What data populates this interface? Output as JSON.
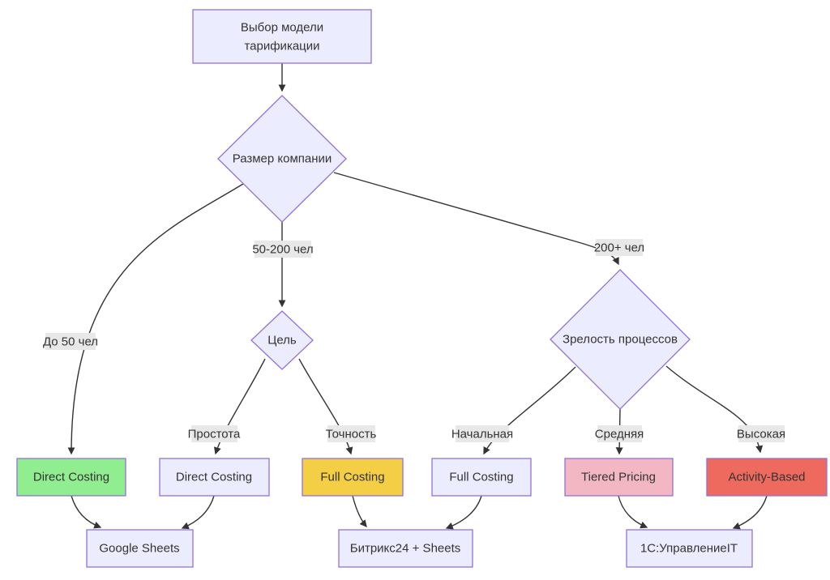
{
  "colors": {
    "node_fill": "#ECECFF",
    "node_stroke": "#9370DB",
    "edge_stroke": "#333333",
    "edge_label_bg": "#E8E8E8",
    "text": "#333333",
    "green": "#90EE90",
    "yellow": "#F4CE45",
    "pink": "#F3B7C3",
    "red": "#EF6A5E"
  },
  "nodes": {
    "start": {
      "line1": "Выбор модели",
      "line2": "тарификации",
      "fill": "#ECECFF"
    },
    "company_size": {
      "label": "Размер компании",
      "fill": "#ECECFF"
    },
    "goal": {
      "label": "Цель",
      "fill": "#ECECFF"
    },
    "maturity": {
      "label": "Зрелость процессов",
      "fill": "#ECECFF"
    },
    "direct_costing_small": {
      "label": "Direct Costing",
      "fill": "#90EE90"
    },
    "direct_costing_simple": {
      "label": "Direct Costing",
      "fill": "#ECECFF"
    },
    "full_costing_accuracy": {
      "label": "Full Costing",
      "fill": "#F4CE45"
    },
    "full_costing_initial": {
      "label": "Full Costing",
      "fill": "#ECECFF"
    },
    "tiered_pricing": {
      "label": "Tiered Pricing",
      "fill": "#F3B7C3"
    },
    "activity_based": {
      "label": "Activity-Based",
      "fill": "#EF6A5E"
    },
    "tool_google_sheets": {
      "label": "Google Sheets",
      "fill": "#ECECFF"
    },
    "tool_bitrix": {
      "label": "Битрикс24 + Sheets",
      "fill": "#ECECFF"
    },
    "tool_1c": {
      "label": "1С:УправлениеIT",
      "fill": "#ECECFF"
    }
  },
  "edge_labels": {
    "up_to_50": "До 50 чел",
    "from_50_200": "50-200 чел",
    "over_200": "200+ чел",
    "simplicity": "Простота",
    "accuracy": "Точность",
    "initial": "Начальная",
    "medium": "Средняя",
    "high": "Высокая"
  }
}
